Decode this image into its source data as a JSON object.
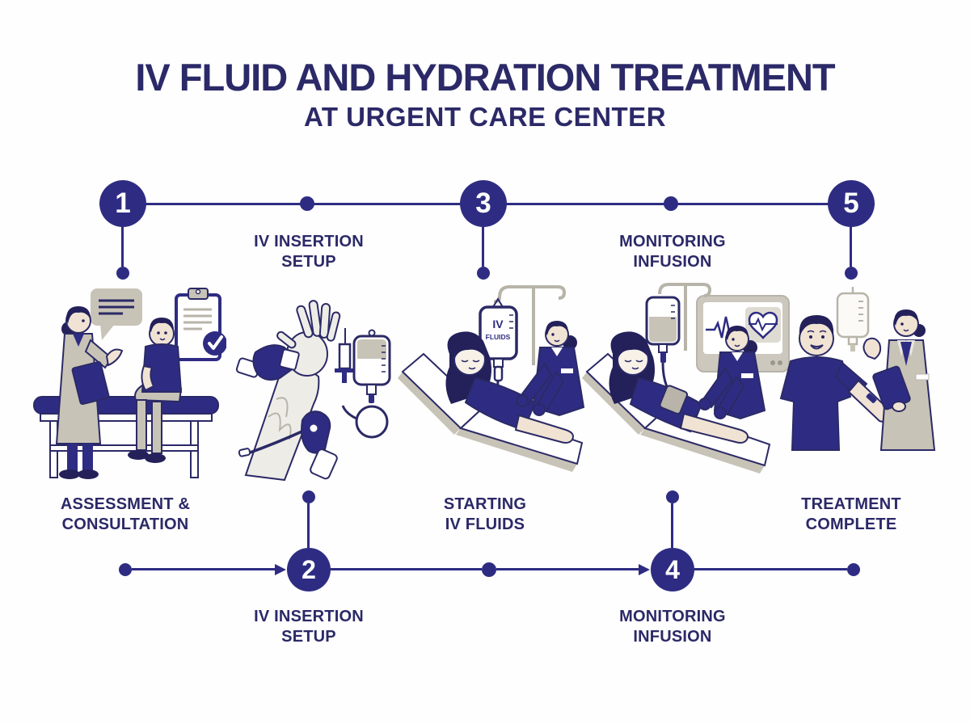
{
  "header": {
    "title": "IV FLUID AND HYDRATION TREATMENT",
    "subtitle": "AT URGENT CARE CENTER"
  },
  "palette": {
    "navy": "#2e2c82",
    "ink": "#2b2967",
    "outline": "#2b2a66",
    "tan": "#c8c3b7",
    "gray": "#b8b4a9",
    "skin": "#f0e3d3",
    "white": "#ffffff"
  },
  "steps": [
    {
      "number": "1",
      "label": "ASSESSMENT &\nCONSULTATION",
      "illustration": "doctor-consulting-patient-on-exam-table"
    },
    {
      "number": "2",
      "label": "IV INSERTION\nSETUP",
      "illustration": "gloved-hands-prepping-arm-with-iv-supplies"
    },
    {
      "number": "3",
      "label": "STARTING\nIV FLUIDS",
      "illustration": "nurse-starting-iv-on-reclined-patient"
    },
    {
      "number": "4",
      "label": "MONITORING\nINFUSION",
      "illustration": "nurse-monitoring-infusion-with-vitals-screen"
    },
    {
      "number": "5",
      "label": "TREATMENT\nCOMPLETE",
      "illustration": "patient-thanking-doctor-after-treatment"
    }
  ],
  "iv_bag": {
    "line1": "IV",
    "line2": "FLUIDS"
  }
}
